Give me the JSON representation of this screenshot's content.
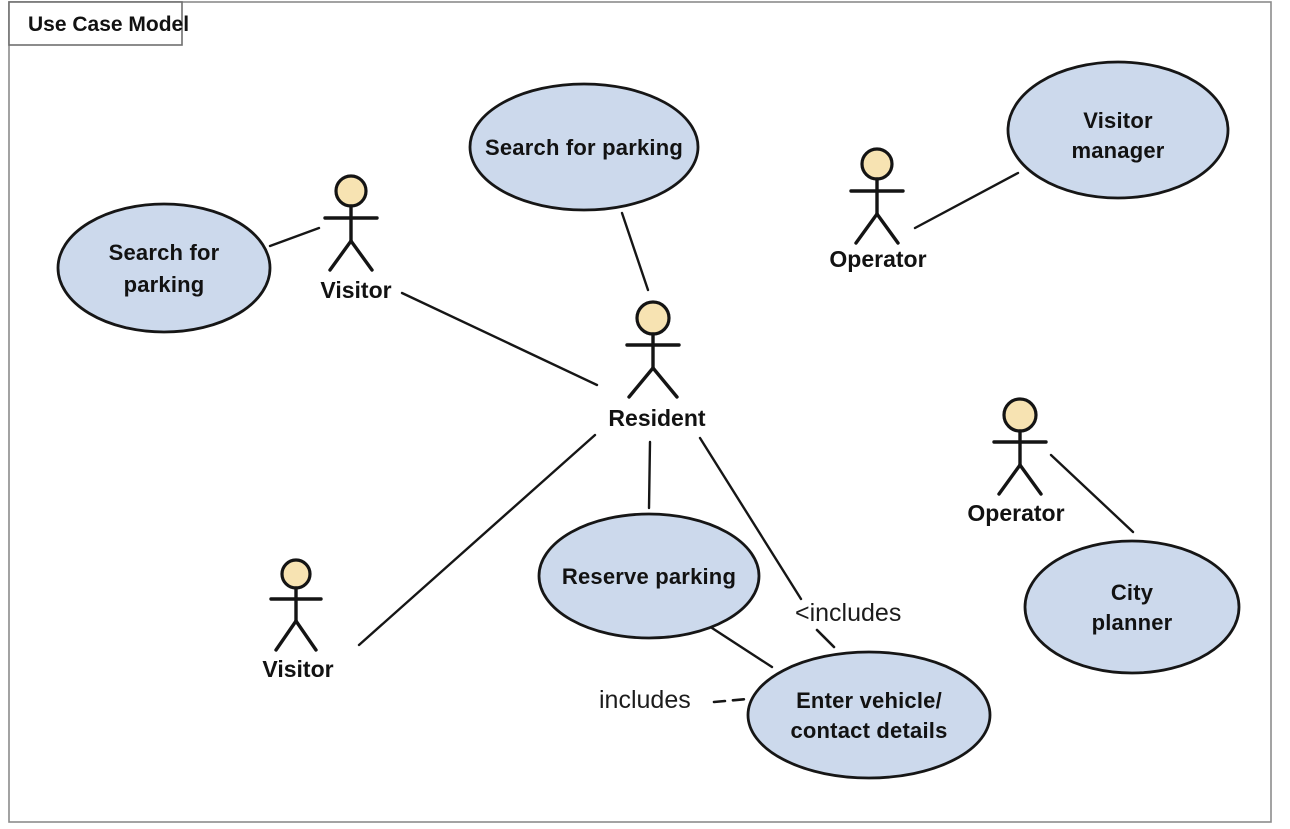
{
  "title_box": {
    "label": "Use Case Model"
  },
  "actors": [
    {
      "id": "visitor-top",
      "label": "Visitor"
    },
    {
      "id": "operator-top",
      "label": "Operator"
    },
    {
      "id": "resident",
      "label": "Resident"
    },
    {
      "id": "visitor-bottom",
      "label": "Visitor"
    },
    {
      "id": "operator-right",
      "label": "Operator"
    }
  ],
  "use_cases": [
    {
      "id": "search-parking-left",
      "lines": [
        "Search for",
        "parking"
      ]
    },
    {
      "id": "search-parking-center",
      "lines": [
        "Search for parking"
      ]
    },
    {
      "id": "visitor-manager",
      "lines": [
        "Visitor",
        "manager"
      ]
    },
    {
      "id": "reserve-parking",
      "lines": [
        "Reserve parking"
      ]
    },
    {
      "id": "city-planner",
      "lines": [
        "City",
        "planner"
      ]
    },
    {
      "id": "enter-vehicle",
      "lines": [
        "Enter vehicle/",
        "contact details"
      ]
    }
  ],
  "relationship_labels": {
    "includes_reserve": "includes",
    "includes_resident": "<includes"
  },
  "associations": [
    {
      "from": "Search for parking (left)",
      "to": "Visitor (top)",
      "style": "solid"
    },
    {
      "from": "Visitor (top)",
      "to": "Resident",
      "style": "solid"
    },
    {
      "from": "Search for parking (center)",
      "to": "Resident",
      "style": "solid"
    },
    {
      "from": "Operator (top)",
      "to": "Visitor manager",
      "style": "solid"
    },
    {
      "from": "Resident",
      "to": "Reserve parking",
      "style": "solid"
    },
    {
      "from": "Resident",
      "to": "Visitor (bottom)",
      "style": "solid"
    },
    {
      "from": "Resident",
      "to": "Enter vehicle/contact details",
      "style": "solid+dash",
      "label": "<includes"
    },
    {
      "from": "Reserve parking",
      "to": "Enter vehicle/contact details",
      "style": "solid+dash",
      "label": "includes"
    },
    {
      "from": "Operator (right)",
      "to": "City planner",
      "style": "solid"
    }
  ],
  "colors": {
    "use_case_fill": "#ccd9ec",
    "use_case_stroke": "#161616",
    "actor_head_fill": "#f7e3b2",
    "line": "#161616",
    "frame_border": "#8c8c8c",
    "background": "#ffffff",
    "text": "#121212"
  }
}
